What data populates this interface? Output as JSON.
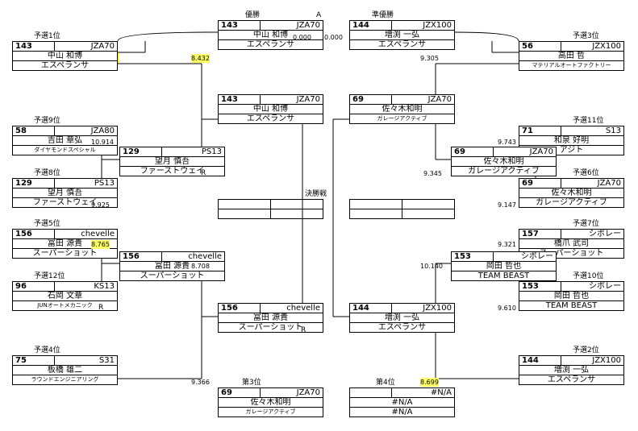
{
  "header": {
    "final_label": "A",
    "champion_label": "優勝",
    "runnerup_label": "準優勝",
    "third_label": "第3位",
    "fourth_label": "第4位",
    "final_round_label": "決勝戦"
  },
  "scores_top": {
    "left": "0.000",
    "right": "0.000"
  },
  "drivers": [
    {
      "id": "q1",
      "seed": "予選1位",
      "num": "143",
      "car": "JZA70",
      "name": "中山 和博",
      "team": "エスペランサ",
      "small": false
    },
    {
      "id": "q9",
      "seed": "予選9位",
      "num": "58",
      "car": "JZA80",
      "name": "吉田 章弘",
      "team": "ダイヤモンドスペシャル",
      "small": true
    },
    {
      "id": "q8",
      "seed": "予選8位",
      "num": "129",
      "car": "PS13",
      "name": "望月 慎吾",
      "team": "ファーストウェイ",
      "small": false
    },
    {
      "id": "q5",
      "seed": "予選5位",
      "num": "156",
      "car": "chevelle",
      "name": "冨田 源貴",
      "team": "スーパーショット",
      "small": false
    },
    {
      "id": "q12",
      "seed": "予選12位",
      "num": "96",
      "car": "KS13",
      "name": "石岡 文章",
      "team": "JUNオートメカニック",
      "small": true
    },
    {
      "id": "q4",
      "seed": "予選4位",
      "num": "75",
      "car": "S31",
      "name": "板橋 雄二",
      "team": "ラウンドエンジニアリング",
      "small": true
    },
    {
      "id": "q3",
      "seed": "予選3位",
      "num": "56",
      "car": "JZX100",
      "name": "高田 哲",
      "team": "マテリアルオートファクトリー",
      "small": true
    },
    {
      "id": "q11",
      "seed": "予選11位",
      "num": "71",
      "car": "S13",
      "name": "和泉 好明",
      "team": "アジト",
      "small": false
    },
    {
      "id": "q6",
      "seed": "予選6位",
      "num": "69",
      "car": "JZA70",
      "name": "佐々木和明",
      "team": "ガレージアクティブ",
      "small": false
    },
    {
      "id": "q7",
      "seed": "予選7位",
      "num": "157",
      "car": "シボレー",
      "name": "橋爪 武司",
      "team": "スーパーショット",
      "small": false
    },
    {
      "id": "q10",
      "seed": "予選10位",
      "num": "153",
      "car": "シボレー",
      "name": "岡田 哲也",
      "team": "TEAM BEAST",
      "small": false
    },
    {
      "id": "q2",
      "seed": "予選2位",
      "num": "144",
      "car": "JZX100",
      "name": "増渕 一弘",
      "team": "エスペランサ",
      "small": false
    }
  ],
  "rounds": [
    {
      "id": "r2l1",
      "num": "129",
      "car": "PS13",
      "name": "望月 慎吾",
      "team": "ファーストウェイ",
      "small": false
    },
    {
      "id": "r2l2",
      "num": "156",
      "car": "chevelle",
      "name": "冨田 源貴",
      "team": "スーパーショット",
      "small": false
    },
    {
      "id": "r2r1",
      "num": "69",
      "car": "JZA70",
      "name": "佐々木和明",
      "team": "ガレージアクティブ",
      "small": false
    },
    {
      "id": "r2r2",
      "num": "153",
      "car": "シボレー",
      "name": "岡田 哲也",
      "team": "TEAM BEAST",
      "small": false
    },
    {
      "id": "sl1",
      "num": "143",
      "car": "JZA70",
      "name": "中山 和博",
      "team": "エスペランサ",
      "small": false
    },
    {
      "id": "sl2",
      "num": "156",
      "car": "chevelle",
      "name": "冨田 源貴",
      "team": "スーパーショット",
      "small": false
    },
    {
      "id": "sr1",
      "num": "69",
      "car": "JZA70",
      "name": "佐々木和明",
      "team": "ガレージアクティブ",
      "small": true
    },
    {
      "id": "sr2",
      "num": "144",
      "car": "JZX100",
      "name": "増渕 一弘",
      "team": "エスペランサ",
      "small": false
    },
    {
      "id": "win",
      "num": "143",
      "car": "JZA70",
      "name": "中山 和博",
      "team": "エスペランサ",
      "small": false
    },
    {
      "id": "run",
      "num": "144",
      "car": "JZX100",
      "name": "増渕 一弘",
      "team": "エスペランサ",
      "small": false
    },
    {
      "id": "third",
      "num": "69",
      "car": "JZA70",
      "name": "佐々木和明",
      "team": "ガレージアクティブ",
      "small": true
    },
    {
      "id": "fourth",
      "num": "",
      "car": "#N/A",
      "name": "#N/A",
      "team": "#N/A",
      "small": false
    }
  ],
  "times": [
    {
      "id": "t1",
      "text": "8.432",
      "hl": true
    },
    {
      "id": "t2",
      "text": "10.914",
      "hl": false
    },
    {
      "id": "t3",
      "text": "9.925",
      "hl": false
    },
    {
      "id": "t4",
      "text": "8.765",
      "hl": true
    },
    {
      "id": "t5",
      "text": "8.708",
      "hl": false
    },
    {
      "id": "t6",
      "text": "9.366",
      "hl": false
    },
    {
      "id": "t7",
      "text": "9.305",
      "hl": false
    },
    {
      "id": "t8",
      "text": "9.743",
      "hl": false
    },
    {
      "id": "t9",
      "text": "9.345",
      "hl": false
    },
    {
      "id": "t10",
      "text": "9.147",
      "hl": false
    },
    {
      "id": "t11",
      "text": "9.321",
      "hl": false
    },
    {
      "id": "t12",
      "text": "10.140",
      "hl": false
    },
    {
      "id": "t13",
      "text": "9.610",
      "hl": false
    },
    {
      "id": "t14",
      "text": "8.699",
      "hl": true
    }
  ],
  "marks": [
    {
      "id": "m1",
      "text": "R"
    },
    {
      "id": "m2",
      "text": "R"
    },
    {
      "id": "m3",
      "text": "R"
    }
  ]
}
